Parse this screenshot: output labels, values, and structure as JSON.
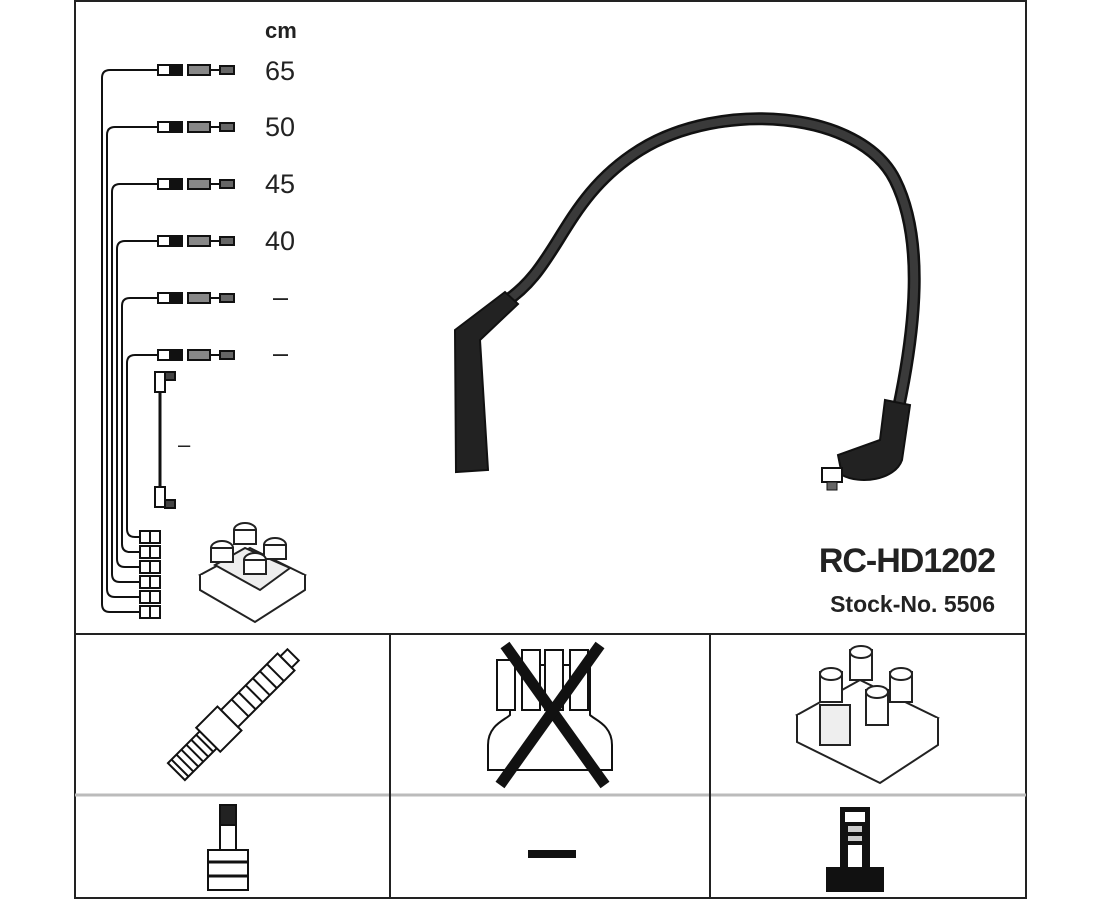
{
  "unit_label": "cm",
  "cable_lengths": [
    "65",
    "50",
    "45",
    "40",
    "–",
    "–"
  ],
  "coil_lead_length": "–",
  "product": {
    "code": "RC-HD1202",
    "stock_no": "Stock-No. 5506"
  },
  "compatibility": {
    "spark_plug_connector_type": "–",
    "distributor_cap_excluded": true
  },
  "colors": {
    "line": "#111111",
    "cable": "#2a2a2a",
    "frame": "#222222"
  }
}
